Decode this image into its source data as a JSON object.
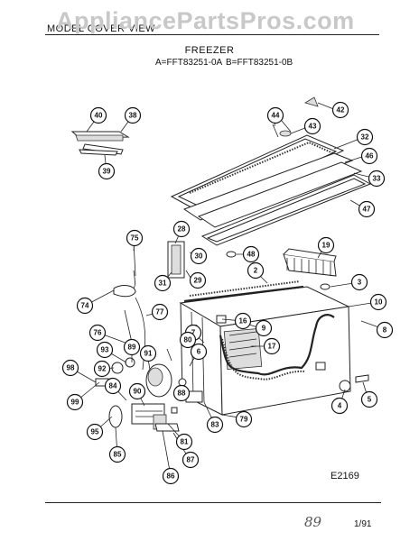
{
  "header": {
    "watermark": "AppliancePartsPros.com",
    "left_label": "MODEL COVER VIEW",
    "title": "FREEZER",
    "model_a": "A=FFT83251-0A",
    "model_b": "B=FFT83251-0B"
  },
  "callouts": [
    "40",
    "38",
    "39",
    "44",
    "43",
    "42",
    "32",
    "46",
    "33",
    "47",
    "28",
    "75",
    "19",
    "48",
    "30",
    "2",
    "3",
    "31",
    "29",
    "10",
    "74",
    "77",
    "16",
    "9",
    "8",
    "76",
    "7",
    "17",
    "80",
    "93",
    "89",
    "91",
    "6",
    "92",
    "98",
    "84",
    "90",
    "88",
    "99",
    "4",
    "5",
    "95",
    "83",
    "79",
    "85",
    "81",
    "87",
    "86"
  ],
  "footer": {
    "diagram_code": "E2169",
    "handwritten_note": "89",
    "page": "1/91"
  }
}
